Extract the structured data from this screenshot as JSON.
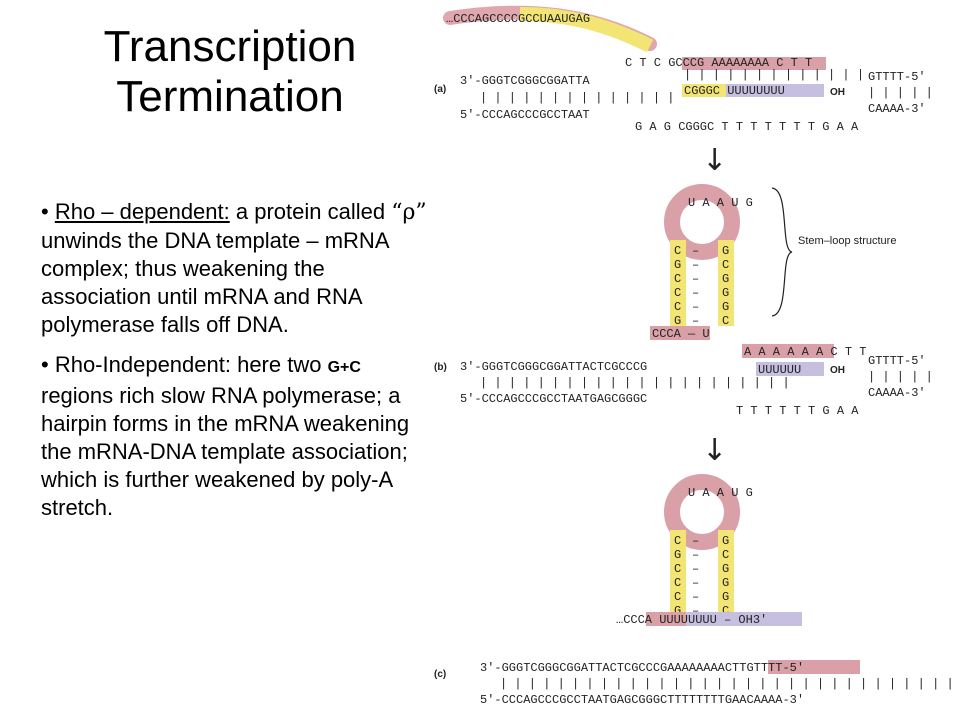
{
  "slide": {
    "title_line1": "Transcription",
    "title_line2": "Termination",
    "bullet1": {
      "lead": "Rho – dependent:",
      "part_a": " a protein called ",
      "rho_symbol": "“ρ”",
      "part_b": " unwinds the DNA template – mRNA complex; thus weakening the association until mRNA and RNA polymerase falls off DNA."
    },
    "bullet2": {
      "part_a": "Rho-Independent:  here two ",
      "gc": "G+C",
      "part_b": " regions rich slow RNA polymerase; a hairpin forms in the mRNA weakening the mRNA-DNA template association; which is further weakened by poly-A stretch."
    }
  },
  "figure": {
    "panel_a": {
      "label": "(a)",
      "rna_5prime": "…CCCAGCCCCGCCUAAUGAG",
      "template_top": "3'-GGGTCGGGCGGATTA",
      "coding_bottom": "5'-CCCAGCCCGCCTAAT",
      "bubble_top": "C T C GCCCG AAAAAAAA C T T",
      "rna_paired": "CGGGC UUUUUUUU",
      "oh": "OH",
      "right_top": "GTTTT-5'",
      "right_bottom": "CAAAA-3'",
      "bottom_strand": "G A G CGGGC T T T T T T T G A A"
    },
    "panel_b": {
      "label": "(b)",
      "annotation": "Stem–loop structure",
      "loop": "U A A U G",
      "stem_left": [
        "C",
        "G",
        "C",
        "C",
        "C",
        "G"
      ],
      "stem_right": [
        "G",
        "C",
        "G",
        "G",
        "G",
        "C"
      ],
      "stem_base": "CCCA — U",
      "template_top": "3'-GGGTCGGGCGGATTACTCGCCCG",
      "coding_bottom": "5'-CCCAGCCCGCCTAATGAGCGGGC",
      "bubble_top": "A A A A A A C T T",
      "rna_paired": "UUUUUU",
      "oh": "OH",
      "right_top": "GTTTT-5'",
      "right_bottom": "CAAAA-3'",
      "bottom_strand": "T T T T T T G A A"
    },
    "panel_c": {
      "label": "(c)",
      "loop": "U A A U G",
      "stem_left": [
        "C",
        "G",
        "C",
        "C",
        "C",
        "G"
      ],
      "stem_right": [
        "G",
        "C",
        "G",
        "G",
        "G",
        "C"
      ],
      "rna_tail": "…CCCA UUUUUUUU – OH3'",
      "template_top": "3'-GGGTCGGGCGGATTACTCGCCCGAAAAAAAACTTGTTTT-5'",
      "coding_bottom": "5'-CCCAGCCCGCCTAATGAGCGGGCTTTTTTTTGAACAAAA-3'"
    },
    "arrow_glyph": "↓"
  }
}
